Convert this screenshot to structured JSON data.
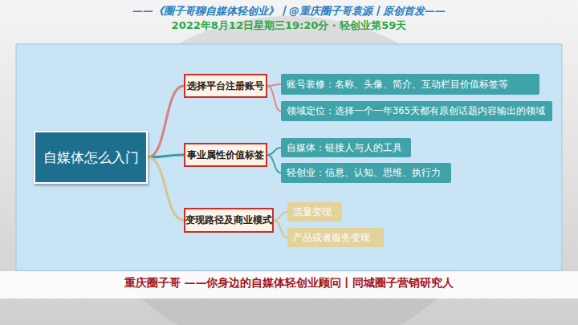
{
  "diagram": {
    "title": "——《圈子哥聊自媒体轻创业》丨@重庆圈子哥袁源丨原创首发——",
    "caption": "重庆圈子哥 ——你身边的自媒体轻创业顾问丨同城圈子营销研究人",
    "nodes": [
      {
        "text": [
          "自媒体怎么入门"
        ]
      },
      {
        "text": [
          "选择平台注册账号"
        ]
      },
      {
        "text": [
          "账号装修：名称、头像、简介、互动栏目价值标签等"
        ]
      },
      {
        "text": [
          "领域定位：选择一个一年365天都有原创话题内容输出的领域"
        ]
      },
      {
        "text": [
          "事业属性价值标签"
        ]
      },
      {
        "text": [
          "自媒体：链接人与人的工具"
        ]
      },
      {
        "text": [
          "轻创业：信息、认知、思维、执行力"
        ]
      },
      {
        "text": [
          "变现路径及商业模式"
        ]
      },
      {
        "text": [
          "流量变现"
        ]
      },
      {
        "text": [
          "产品或者服务变现"
        ]
      }
    ],
    "edges": [
      {
        "from": 0,
        "to": 1,
        "arrow": "none"
      },
      {
        "from": 0,
        "to": 4,
        "arrow": "none"
      },
      {
        "from": 0,
        "to": 7,
        "arrow": "none"
      },
      {
        "from": 1,
        "to": 2,
        "arrow": "none"
      },
      {
        "from": 1,
        "to": 3,
        "arrow": "none"
      },
      {
        "from": 4,
        "to": 5,
        "arrow": "none"
      },
      {
        "from": 4,
        "to": 6,
        "arrow": "none"
      },
      {
        "from": 7,
        "to": 8,
        "arrow": "none"
      },
      {
        "from": 7,
        "to": 9,
        "arrow": "none"
      }
    ],
    "labels": [
      "2022年8月12日星期三19:20分 · 轻创业第59天"
    ]
  }
}
